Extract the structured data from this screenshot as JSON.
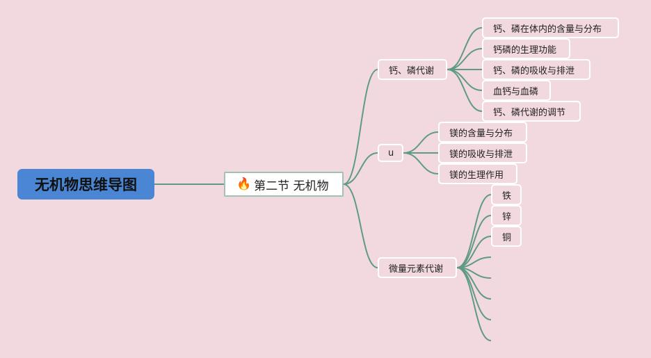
{
  "root": {
    "label": "无机物思维导图"
  },
  "section": {
    "icon": "fire-icon",
    "label": "第二节 无机物"
  },
  "branches": [
    {
      "label": "钙、磷代谢",
      "children": [
        "钙、磷在体内的含量与分布",
        "钙磷的生理功能",
        "钙、磷的吸收与排泄",
        "血钙与血磷",
        "钙、磷代谢的调节"
      ]
    },
    {
      "label": "u",
      "children": [
        "镁的含量与分布",
        "镁的吸收与排泄",
        "镁的生理作用"
      ]
    },
    {
      "label": "微量元素代谢",
      "children": [
        "铁",
        "锌",
        "铜"
      ]
    }
  ],
  "colors": {
    "background": "#f2d9e0",
    "line": "#5e9a85",
    "root": "#4a86d4"
  }
}
